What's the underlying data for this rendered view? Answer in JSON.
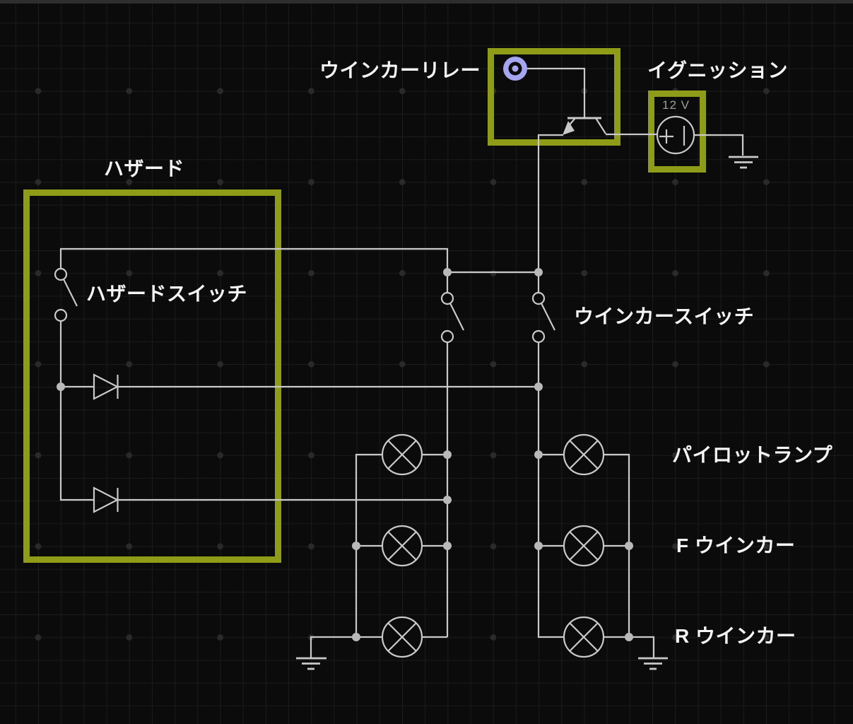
{
  "app": {
    "type": "circuit-schematic-editor",
    "theme": "dark"
  },
  "colors": {
    "background": "#0b0b0b",
    "top_bar": "#2e2e2e",
    "grid_line": "#1c1c1c",
    "grid_dot": "#2a2a2a",
    "wire": "#c9c9c9",
    "junction": "#b9b9b9",
    "highlight": "#8e9c18",
    "terminal": "#a6a6f0",
    "text": "#f5f5f5",
    "muted_text": "#9e9e9e"
  },
  "labels": {
    "relay": "ウインカーリレー",
    "ignition": "イグニッション",
    "hazard": "ハザード",
    "hazard_switch": "ハザードスイッチ",
    "winker_switch": "ウインカースイッチ",
    "pilot_lamp": "パイロットランプ",
    "front_winker": "F ウインカー",
    "rear_winker": "R ウインカー"
  },
  "values": {
    "battery_voltage": "12 V"
  },
  "components": [
    {
      "name": "turn-signal-relay",
      "type": "transistor",
      "highlighted": true
    },
    {
      "name": "relay-terminal",
      "type": "terminal-port"
    },
    {
      "name": "ignition-battery",
      "type": "voltage-source",
      "value": "12 V",
      "highlighted": true
    },
    {
      "name": "hazard-module",
      "type": "group-box",
      "highlighted": true
    },
    {
      "name": "hazard-switch",
      "type": "spst-switch",
      "state": "open"
    },
    {
      "name": "winker-switch-left",
      "type": "spst-switch",
      "state": "open"
    },
    {
      "name": "winker-switch-right",
      "type": "spst-switch",
      "state": "open"
    },
    {
      "name": "diode-1",
      "type": "diode"
    },
    {
      "name": "diode-2",
      "type": "diode"
    },
    {
      "name": "pilot-lamp-left",
      "type": "lamp"
    },
    {
      "name": "pilot-lamp-right",
      "type": "lamp"
    },
    {
      "name": "front-winker-lamp-left",
      "type": "lamp"
    },
    {
      "name": "front-winker-lamp-right",
      "type": "lamp"
    },
    {
      "name": "rear-winker-lamp-left",
      "type": "lamp"
    },
    {
      "name": "rear-winker-lamp-right",
      "type": "lamp"
    },
    {
      "name": "ground",
      "type": "ground-symbol",
      "count": 3
    }
  ]
}
